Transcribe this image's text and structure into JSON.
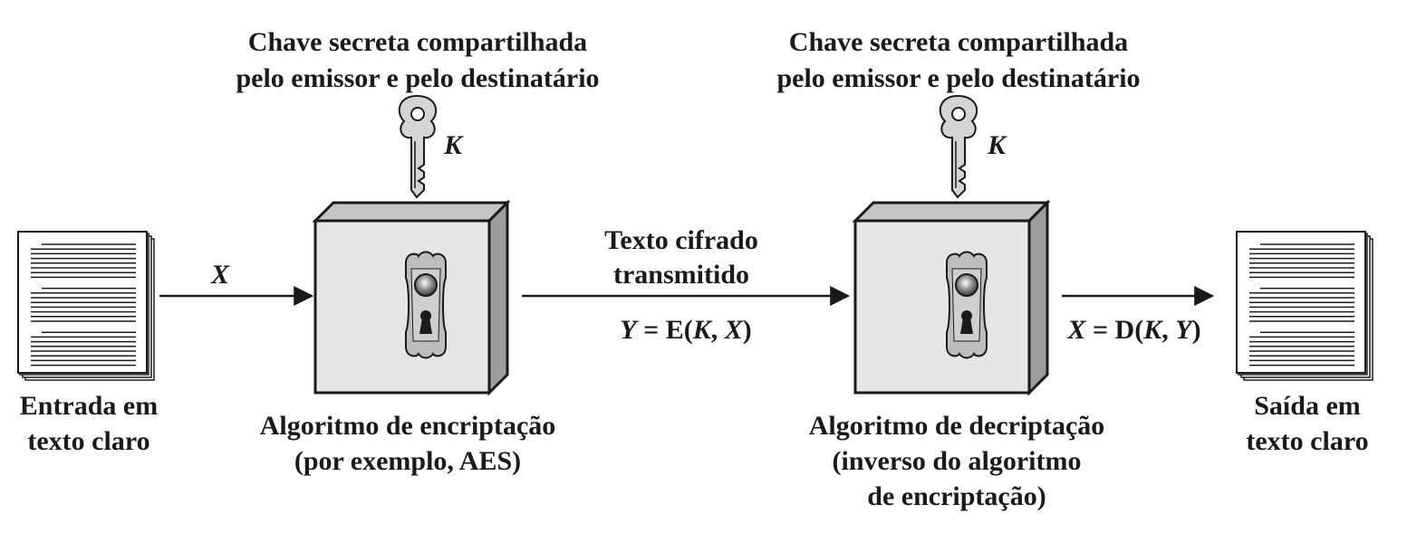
{
  "key_label_left": [
    "Chave secreta compartilhada",
    "pelo emissor e pelo destinatário"
  ],
  "key_label_right": [
    "Chave secreta compartilhada",
    "pelo emissor e pelo destinatário"
  ],
  "key_symbol": "K",
  "input": {
    "label": [
      "Entrada em",
      "texto claro"
    ],
    "icon": "document-icon"
  },
  "output": {
    "label": [
      "Saída em",
      "texto claro"
    ],
    "icon": "document-icon"
  },
  "arrow_in_label": "X",
  "ciphertext": {
    "label": [
      "Texto cifrado",
      "transmitido"
    ],
    "formula": {
      "lhs": "Y",
      "eq": " = ",
      "func": "E",
      "open": "(",
      "arg1": "K",
      "sep": ", ",
      "arg2": "X",
      "close": ")"
    }
  },
  "decrypt_formula": {
    "lhs": "X",
    "eq": " = ",
    "func": "D",
    "open": "(",
    "arg1": "K",
    "sep": ", ",
    "arg2": "Y",
    "close": ")"
  },
  "encrypt_box": {
    "label": [
      "Algoritmo de encriptação",
      "(por exemplo, AES)"
    ],
    "icon": "lock-icon"
  },
  "decrypt_box": {
    "label": [
      "Algoritmo de decriptação",
      "(inverso do algoritmo",
      "de encriptação)"
    ],
    "icon": "lock-icon"
  },
  "colors": {
    "stroke": "#1a1a1a",
    "box_face": "#e6e6e6",
    "box_top": "#c4c4c4",
    "box_side": "#9d9d9d",
    "key": "#d4d4d4",
    "keyhole_plate": "#bdbdbd"
  }
}
